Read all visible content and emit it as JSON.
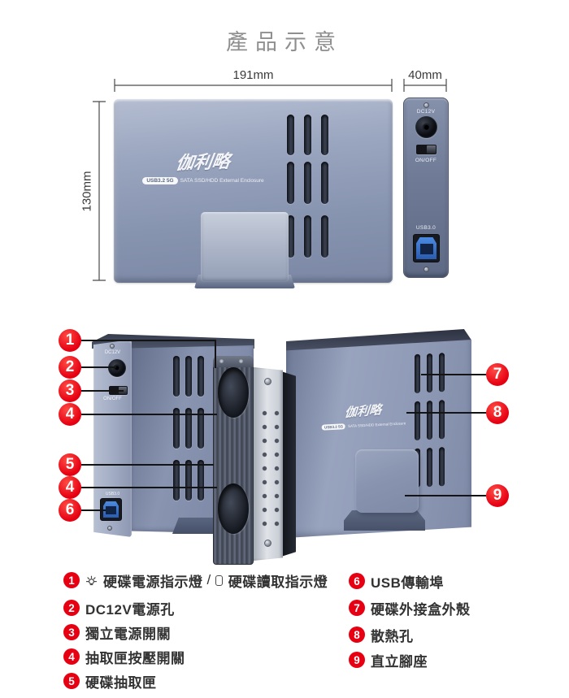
{
  "title": "產品示意",
  "dimensions": {
    "front_width": "191mm",
    "side_width": "40mm",
    "front_height": "130mm"
  },
  "branding": {
    "logo": "伽利略",
    "badge": "USB3.2 5G",
    "tagline": "SATA SSD/HDD External Enclosure"
  },
  "side_panel": {
    "dc_label": "DC12V",
    "power_switch_label": "ON/OFF",
    "usb_label": "USB3.0"
  },
  "rear_panel": {
    "dc_label": "DC12V",
    "power_switch_label": "ON/OFF",
    "usb_label": "USB3.0"
  },
  "callouts": {
    "left": [
      "1",
      "2",
      "3",
      "4",
      "5",
      "4",
      "6"
    ],
    "right": [
      "7",
      "8",
      "9"
    ]
  },
  "legend": {
    "left": [
      {
        "num": "1",
        "text_power": "硬碟電源指示燈",
        "separator": "/",
        "text_read": "硬碟讀取指示燈"
      },
      {
        "num": "2",
        "text": "DC12V電源孔"
      },
      {
        "num": "3",
        "text": "獨立電源開關"
      },
      {
        "num": "4",
        "text": "抽取匣按壓開關"
      },
      {
        "num": "5",
        "text": "硬碟抽取匣"
      }
    ],
    "right": [
      {
        "num": "6",
        "text": "USB傳輸埠"
      },
      {
        "num": "7",
        "text": "硬碟外接盒外殼"
      },
      {
        "num": "8",
        "text": "散熱孔"
      },
      {
        "num": "9",
        "text": "直立腳座"
      }
    ]
  },
  "colors": {
    "accent_red": "#e60012",
    "enclosure_blue": "#8d99b5",
    "title_gray": "#8f8f8f"
  }
}
